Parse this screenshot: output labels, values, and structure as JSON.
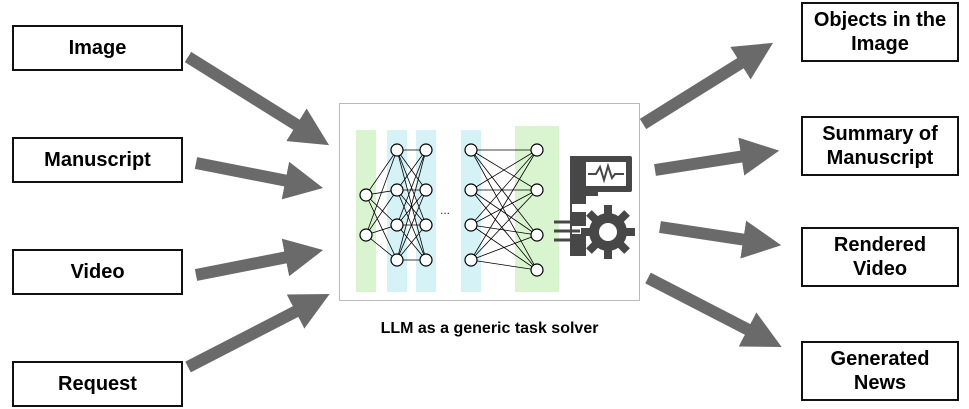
{
  "inputs": {
    "image": "Image",
    "manuscript": "Manuscript",
    "video": "Video",
    "request": "Request"
  },
  "outputs": {
    "objects": [
      "Objects in the",
      "Image"
    ],
    "summary": [
      "Summary of",
      "Manuscript"
    ],
    "rendered": [
      "Rendered",
      "Video"
    ],
    "news": [
      "Generated",
      "News"
    ]
  },
  "center": {
    "caption": "LLM as a generic task solver",
    "ellipsis": "...",
    "icon": "server-monitor-gear-icon"
  },
  "colors": {
    "arrow": "#6a6a6a",
    "layer_green": "#d9f5d0",
    "layer_cyan": "#d5f2f7",
    "border": "#111111"
  }
}
